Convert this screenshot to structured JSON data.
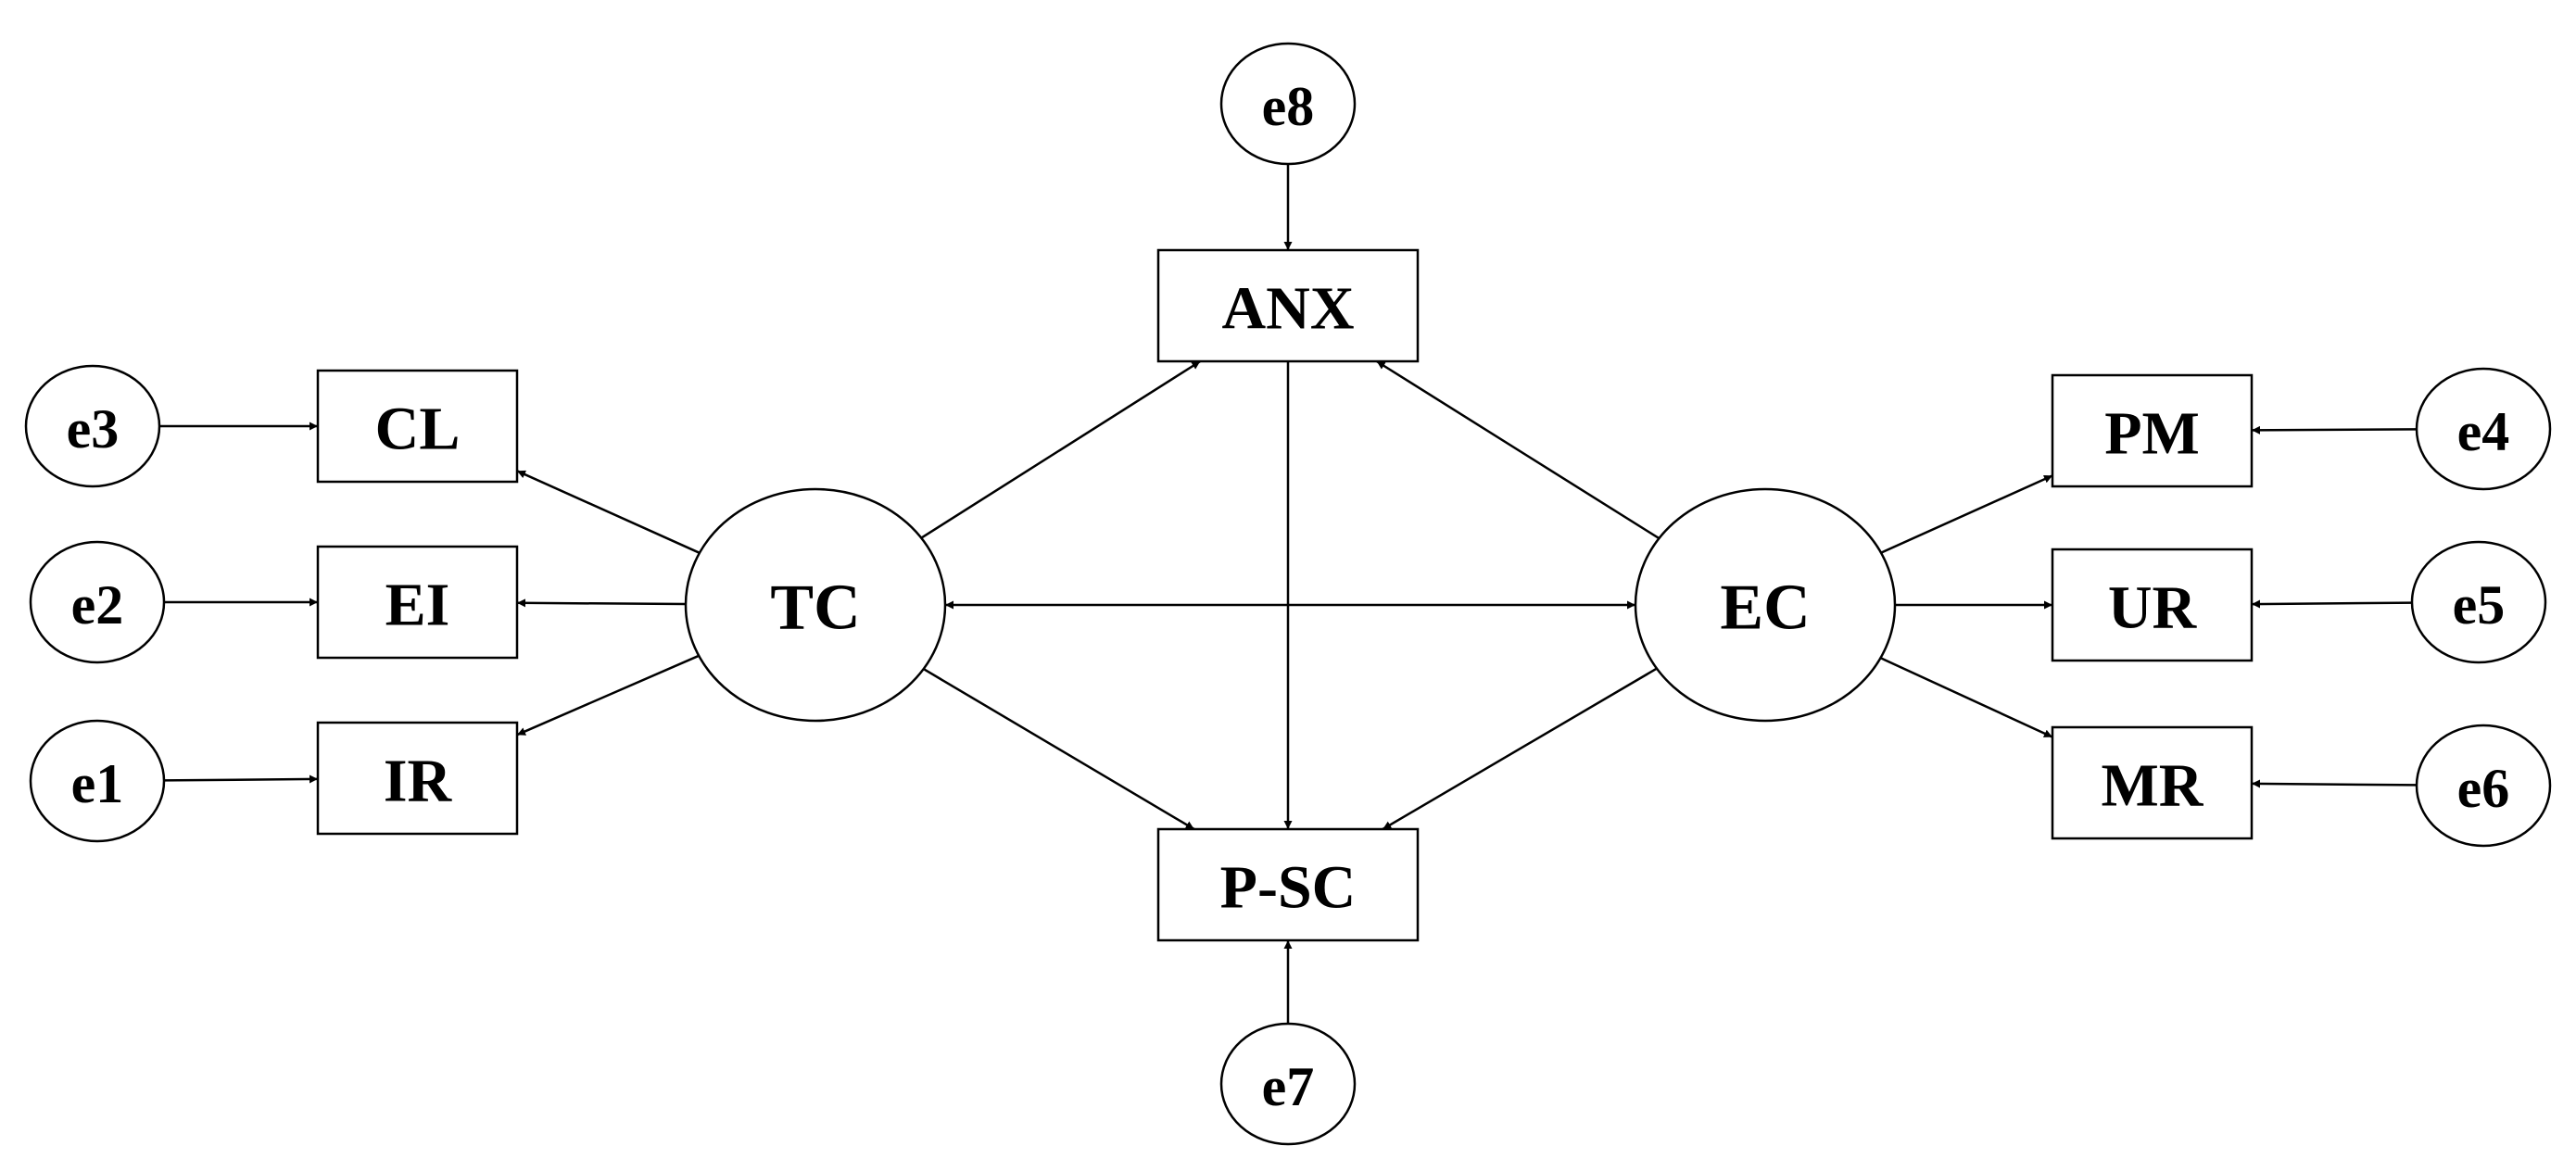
{
  "diagram": {
    "colors": {
      "stroke": "#000000",
      "fill": "#ffffff",
      "text": "#000000"
    },
    "latent_variables": [
      {
        "id": "TC",
        "label": "TC"
      },
      {
        "id": "EC",
        "label": "EC"
      }
    ],
    "observed_variables": [
      {
        "id": "ANX",
        "label": "ANX"
      },
      {
        "id": "PSC",
        "label": "P-SC"
      },
      {
        "id": "CL",
        "label": "CL"
      },
      {
        "id": "EI",
        "label": "EI"
      },
      {
        "id": "IR",
        "label": "IR"
      },
      {
        "id": "PM",
        "label": "PM"
      },
      {
        "id": "UR",
        "label": "UR"
      },
      {
        "id": "MR",
        "label": "MR"
      }
    ],
    "error_terms": [
      {
        "id": "e1",
        "label": "e1"
      },
      {
        "id": "e2",
        "label": "e2"
      },
      {
        "id": "e3",
        "label": "e3"
      },
      {
        "id": "e4",
        "label": "e4"
      },
      {
        "id": "e5",
        "label": "e5"
      },
      {
        "id": "e6",
        "label": "e6"
      },
      {
        "id": "e7",
        "label": "e7"
      },
      {
        "id": "e8",
        "label": "e8"
      }
    ],
    "paths": [
      {
        "from": "TC",
        "to": "CL",
        "type": "directed"
      },
      {
        "from": "TC",
        "to": "EI",
        "type": "directed"
      },
      {
        "from": "TC",
        "to": "IR",
        "type": "directed"
      },
      {
        "from": "TC",
        "to": "ANX",
        "type": "directed"
      },
      {
        "from": "TC",
        "to": "PSC",
        "type": "directed"
      },
      {
        "from": "EC",
        "to": "PM",
        "type": "directed"
      },
      {
        "from": "EC",
        "to": "UR",
        "type": "directed"
      },
      {
        "from": "EC",
        "to": "MR",
        "type": "directed"
      },
      {
        "from": "EC",
        "to": "ANX",
        "type": "directed"
      },
      {
        "from": "EC",
        "to": "PSC",
        "type": "directed"
      },
      {
        "from": "ANX",
        "to": "PSC",
        "type": "directed"
      },
      {
        "from": "TC",
        "to": "EC",
        "type": "covariance"
      },
      {
        "from": "e1",
        "to": "IR",
        "type": "directed"
      },
      {
        "from": "e2",
        "to": "EI",
        "type": "directed"
      },
      {
        "from": "e3",
        "to": "CL",
        "type": "directed"
      },
      {
        "from": "e4",
        "to": "PM",
        "type": "directed"
      },
      {
        "from": "e5",
        "to": "UR",
        "type": "directed"
      },
      {
        "from": "e6",
        "to": "MR",
        "type": "directed"
      },
      {
        "from": "e7",
        "to": "PSC",
        "type": "directed"
      },
      {
        "from": "e8",
        "to": "ANX",
        "type": "directed"
      }
    ]
  }
}
